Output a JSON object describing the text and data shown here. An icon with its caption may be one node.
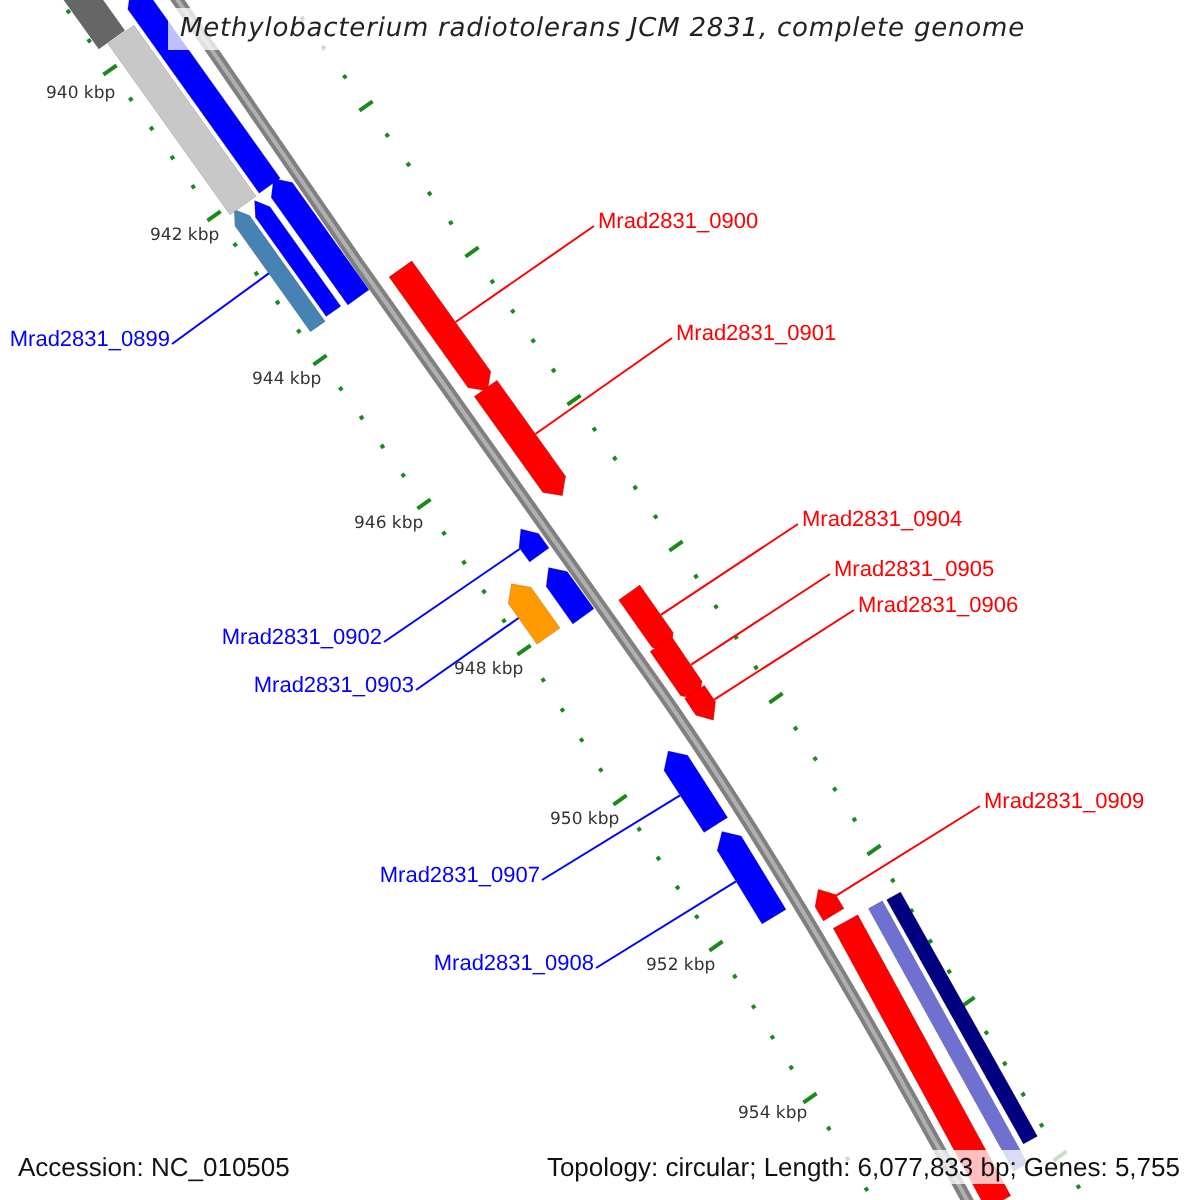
{
  "diagram": {
    "title": "Methylobacterium radiotolerans JCM 2831, complete genome",
    "nodes": [
      {
        "text": [
          "Mrad2831_0900"
        ]
      },
      {
        "text": [
          "Mrad2831_0901"
        ]
      },
      {
        "text": [
          "Mrad2831_0899"
        ]
      },
      {
        "text": [
          "Mrad2831_0904"
        ]
      },
      {
        "text": [
          "Mrad2831_0905"
        ]
      },
      {
        "text": [
          "Mrad2831_0906"
        ]
      },
      {
        "text": [
          "Mrad2831_0902"
        ]
      },
      {
        "text": [
          "Mrad2831_0903"
        ]
      },
      {
        "text": [
          "Mrad2831_0909"
        ]
      },
      {
        "text": [
          "Mrad2831_0907"
        ]
      },
      {
        "text": [
          "Mrad2831_0908"
        ]
      },
      {
        "text": [],
        "shape": "box"
      },
      {
        "text": [],
        "shape": "box"
      },
      {
        "text": [],
        "shape": "box"
      },
      {
        "text": [],
        "shape": "box"
      },
      {
        "text": [],
        "shape": "box"
      },
      {
        "text": [],
        "shape": "box"
      },
      {
        "text": [],
        "shape": "box"
      },
      {
        "text": [],
        "shape": "box"
      },
      {
        "text": [],
        "shape": "box"
      },
      {
        "text": [],
        "shape": "box"
      },
      {
        "text": [],
        "shape": "box"
      },
      {
        "text": [],
        "shape": "bar"
      },
      {
        "text": [],
        "shape": "box"
      },
      {
        "text": [],
        "shape": "bar"
      },
      {
        "text": [],
        "shape": "box"
      },
      {
        "text": [],
        "shape": "box"
      },
      {
        "text": [],
        "shape": "box"
      },
      {
        "text": [],
        "shape": "bar"
      },
      {
        "text": [],
        "shape": "bar"
      },
      {
        "text": [],
        "shape": "bar"
      }
    ],
    "edges": [
      {
        "from": 0,
        "to": 12,
        "arrow": "none"
      },
      {
        "from": 1,
        "to": 13,
        "arrow": "none"
      },
      {
        "from": 2,
        "to": 11,
        "arrow": "none",
        "color": "#0000ff"
      },
      {
        "from": 3,
        "to": 16,
        "arrow": "none"
      },
      {
        "from": 4,
        "to": 17,
        "arrow": "none"
      },
      {
        "from": 5,
        "to": 18,
        "arrow": "none"
      },
      {
        "from": 6,
        "to": 14,
        "arrow": "none",
        "color": "#0000ff"
      },
      {
        "from": 7,
        "to": 15,
        "arrow": "none",
        "color": "#0000ff"
      },
      {
        "from": 8,
        "to": 21,
        "arrow": "none"
      },
      {
        "from": 9,
        "to": 19,
        "arrow": "none",
        "color": "#0000ff"
      },
      {
        "from": 10,
        "to": 20,
        "arrow": "none",
        "color": "#0000ff"
      }
    ],
    "labels": [
      "940 kbp",
      "942 kbp",
      "944 kbp",
      "946 kbp",
      "948 kbp",
      "950 kbp",
      "952 kbp",
      "954 kbp",
      "Accession: NC_010505",
      "Topology: circular; Length: 6,077,833 bp; Genes: 5,755"
    ]
  }
}
